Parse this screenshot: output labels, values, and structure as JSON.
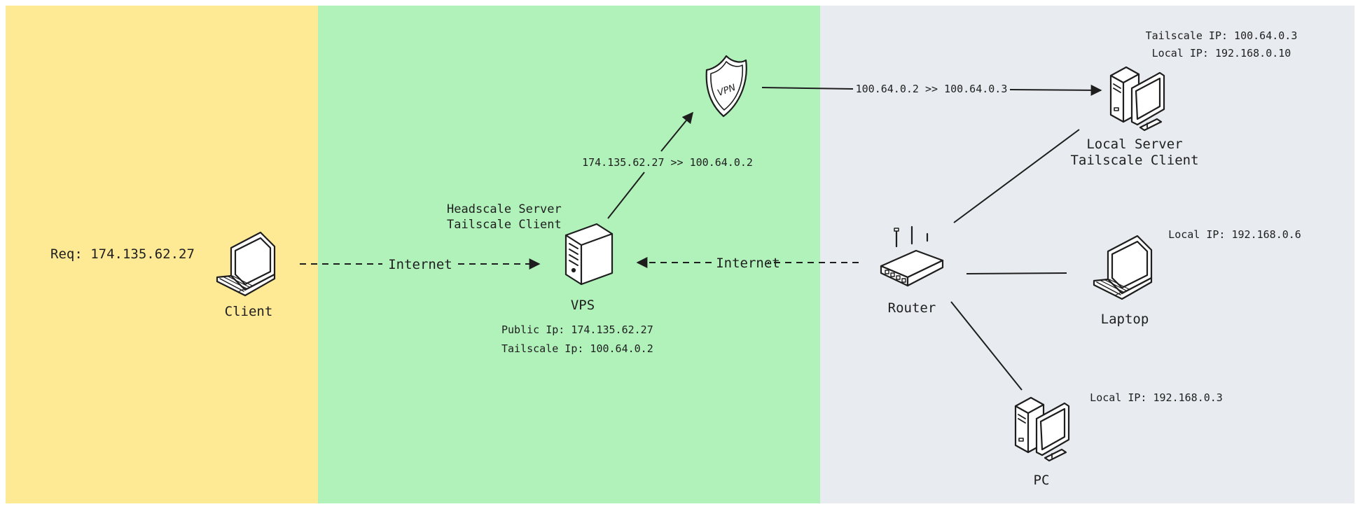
{
  "zones": {
    "client_color": "#fee995",
    "vps_color": "#b1f2bb",
    "home_color": "#e8ecf0"
  },
  "client": {
    "icon": "laptop-icon",
    "request_label": "Req: 174.135.62.27",
    "name": "Client"
  },
  "vps": {
    "icon": "server-icon",
    "role_line1": "Headscale Server",
    "role_line2": "Tailscale Client",
    "name": "VPS",
    "public_ip": "Public Ip: 174.135.62.27",
    "tailscale_ip": "Tailscale Ip: 100.64.0.2"
  },
  "vpn": {
    "icon": "vpn-shield-icon",
    "icon_text": "VPN"
  },
  "edges": {
    "client_to_vps": "Internet",
    "router_to_vps": "Internet",
    "vps_to_vpn": "174.135.62.27 >> 100.64.0.2",
    "vpn_to_local_server": "100.64.0.2 >> 100.64.0.3"
  },
  "router": {
    "icon": "router-icon",
    "name": "Router"
  },
  "local_server": {
    "icon": "desktop-computer-icon",
    "tailscale_ip": "Tailscale IP: 100.64.0.3",
    "local_ip": "Local IP: 192.168.0.10",
    "name_line1": "Local Server",
    "name_line2": "Tailscale Client"
  },
  "laptop": {
    "icon": "laptop-icon",
    "local_ip": "Local IP: 192.168.0.6",
    "name": "Laptop"
  },
  "pc": {
    "icon": "desktop-computer-icon",
    "local_ip": "Local IP: 192.168.0.3",
    "name": "PC"
  }
}
